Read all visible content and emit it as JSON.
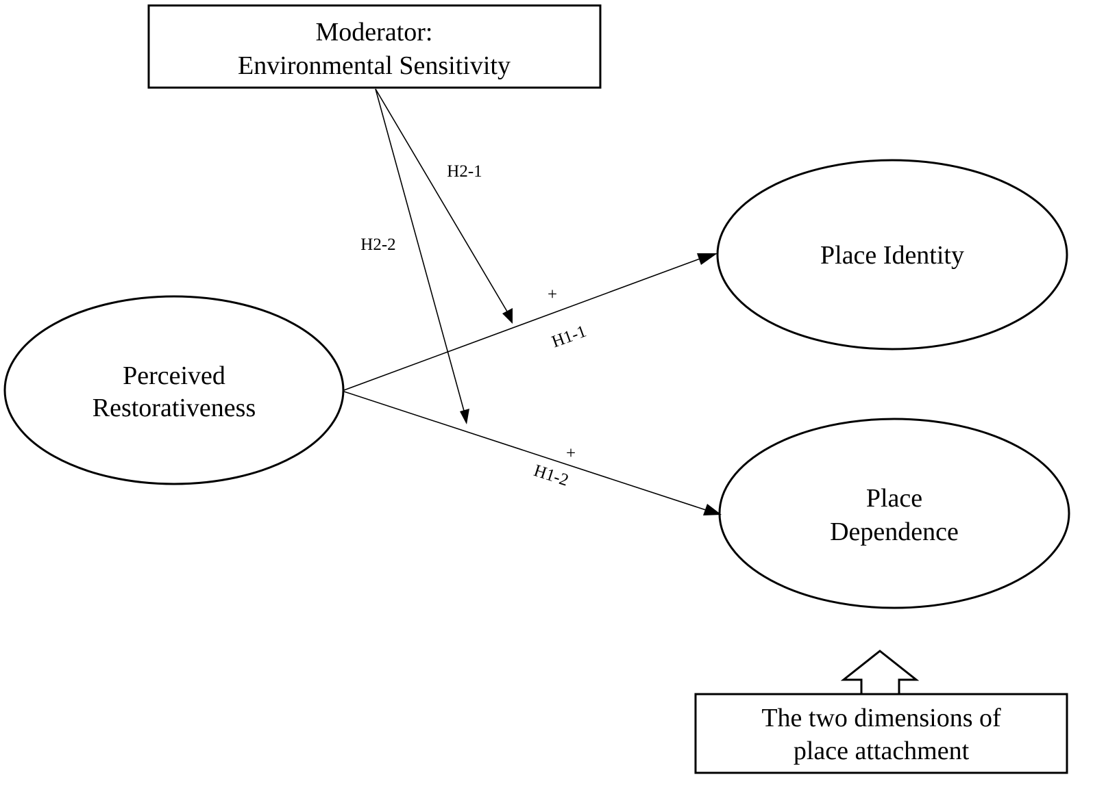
{
  "nodes": {
    "moderator": {
      "line1": "Moderator:",
      "line2": "Environmental Sensitivity"
    },
    "perceived_restorativeness": {
      "line1": "Perceived",
      "line2": "Restorativeness"
    },
    "place_identity": {
      "label": "Place Identity"
    },
    "place_dependence": {
      "line1": "Place",
      "line2": "Dependence"
    },
    "dimensions_note": {
      "line1": "The two dimensions of",
      "line2": "place attachment"
    }
  },
  "edges": {
    "h1_1": {
      "label": "H1-1",
      "sign": "+"
    },
    "h1_2": {
      "label": "H1-2",
      "sign": "+"
    },
    "h2_1": {
      "label": "H2-1"
    },
    "h2_2": {
      "label": "H2-2"
    }
  }
}
